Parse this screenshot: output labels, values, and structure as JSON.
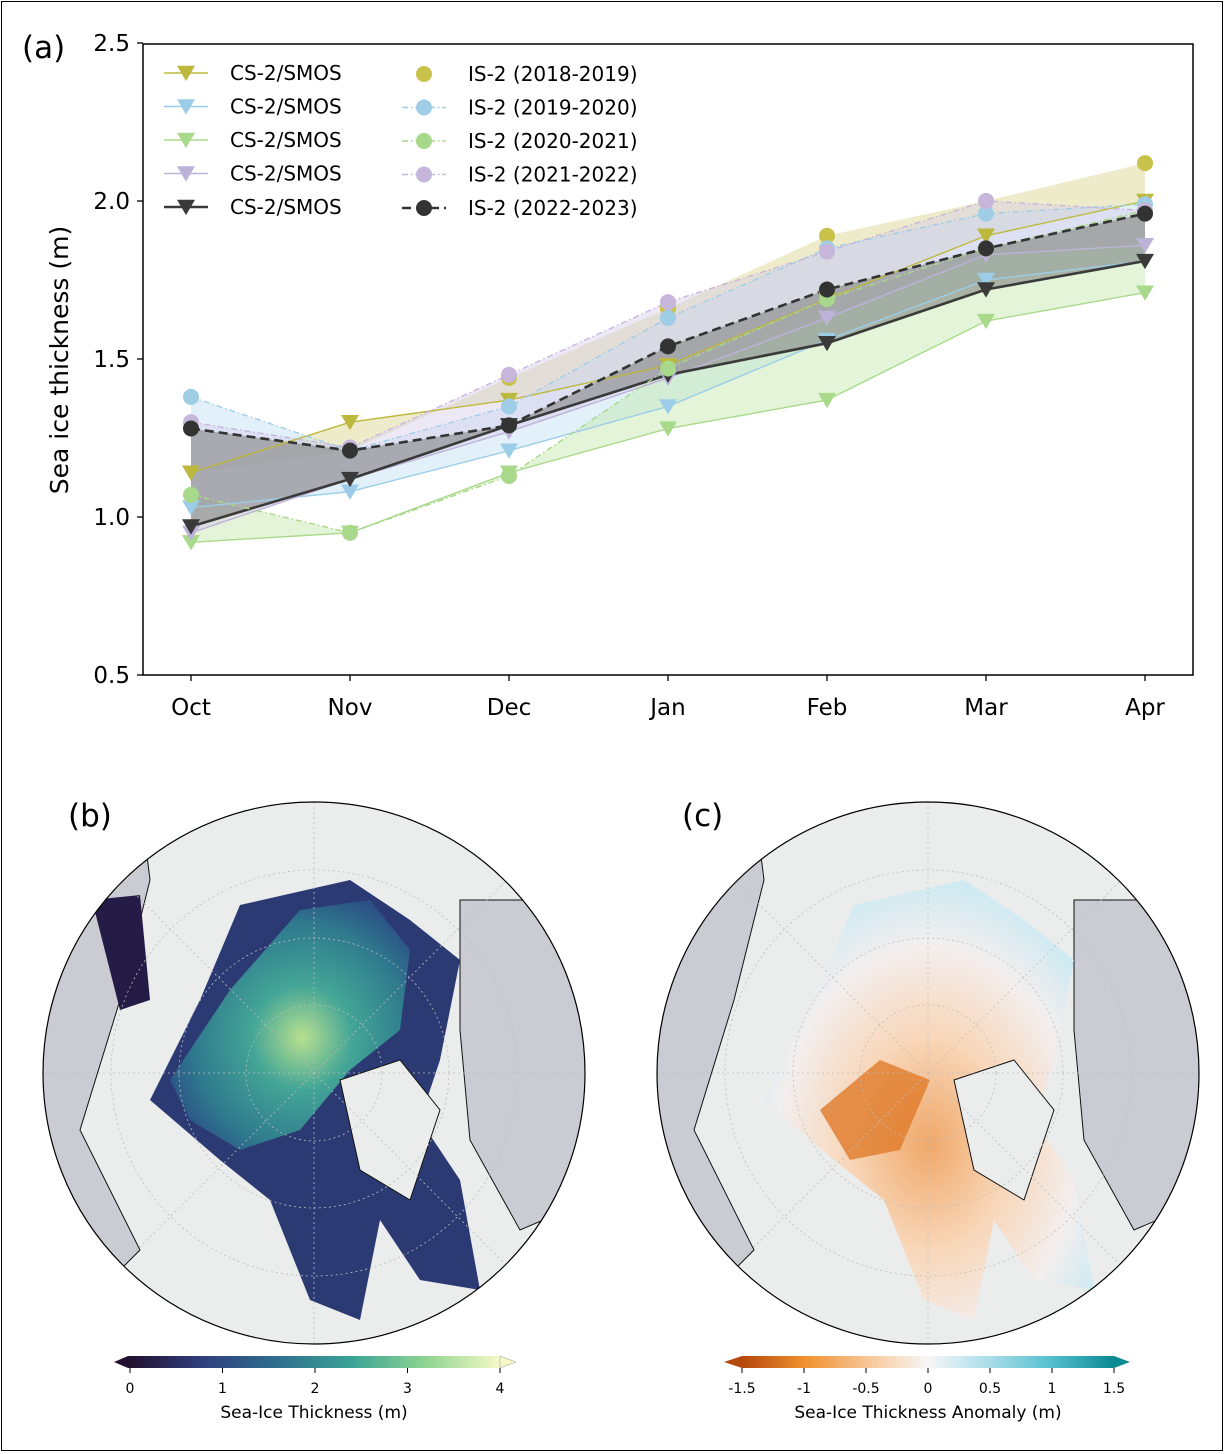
{
  "panel_labels": {
    "a": "(a)",
    "b": "(b)",
    "c": "(c)"
  },
  "chart_data": [
    {
      "type": "line",
      "panel": "(a)",
      "xlabel": "",
      "ylabel": "Sea ice thickness (m)",
      "categories": [
        "Oct",
        "Nov",
        "Dec",
        "Jan",
        "Feb",
        "Mar",
        "Apr"
      ],
      "ylim": [
        0.5,
        2.5
      ],
      "yticks": [
        "0.5",
        "1.0",
        "1.5",
        "2.0",
        "2.5"
      ],
      "grid": false,
      "legend_position": "top-left",
      "series": [
        {
          "name": "CS-2/SMOS",
          "group": "cs2",
          "marker": "triangle-down",
          "dash": "solid",
          "color": "#bdb93e",
          "fill": "#d6d38a",
          "values": [
            1.14,
            1.3,
            1.37,
            1.48,
            1.69,
            1.89,
            2.0
          ]
        },
        {
          "name": "CS-2/SMOS",
          "group": "cs2",
          "marker": "triangle-down",
          "dash": "solid",
          "color": "#9ccde8",
          "fill": "#bfdff2",
          "values": [
            1.03,
            1.08,
            1.21,
            1.35,
            1.56,
            1.75,
            1.81
          ]
        },
        {
          "name": "CS-2/SMOS",
          "group": "cs2",
          "marker": "triangle-down",
          "dash": "solid",
          "color": "#a9d98a",
          "fill": "#c2e6a8",
          "values": [
            0.92,
            0.95,
            1.14,
            1.28,
            1.37,
            1.62,
            1.71
          ]
        },
        {
          "name": "CS-2/SMOS",
          "group": "cs2",
          "marker": "triangle-down",
          "dash": "solid",
          "color": "#bdb2d8",
          "fill": "#d6cce9",
          "values": [
            0.95,
            1.12,
            1.27,
            1.44,
            1.63,
            1.83,
            1.86
          ]
        },
        {
          "name": "CS-2/SMOS",
          "group": "cs2",
          "marker": "triangle-down",
          "dash": "solid",
          "color": "#3a3a3a",
          "fill": "#7c7c7c",
          "values": [
            0.97,
            1.12,
            1.29,
            1.45,
            1.55,
            1.72,
            1.81
          ]
        },
        {
          "name": "IS-2 (2018-2019)",
          "group": "is2",
          "marker": "circle",
          "dash": "none",
          "color": "#c9c24a",
          "values": [
            null,
            1.21,
            1.44,
            1.66,
            1.89,
            2.0,
            2.12
          ]
        },
        {
          "name": "IS-2 (2019-2020)",
          "group": "is2",
          "marker": "circle",
          "dash": "dashdot",
          "color": "#9fcde6",
          "values": [
            1.38,
            1.21,
            1.35,
            1.63,
            1.85,
            1.96,
            1.99
          ]
        },
        {
          "name": "IS-2 (2020-2021)",
          "group": "is2",
          "marker": "circle",
          "dash": "dashdot",
          "color": "#a8d889",
          "values": [
            1.07,
            0.95,
            1.13,
            1.47,
            1.69,
            1.85,
            1.97
          ]
        },
        {
          "name": "IS-2 (2021-2022)",
          "group": "is2",
          "marker": "circle",
          "dash": "dashdot",
          "color": "#c7b6dc",
          "values": [
            1.3,
            1.22,
            1.45,
            1.68,
            1.84,
            2.0,
            1.97
          ]
        },
        {
          "name": "IS-2 (2022-2023)",
          "group": "is2",
          "marker": "circle",
          "dash": "dashed",
          "color": "#333333",
          "values": [
            1.28,
            1.21,
            1.29,
            1.54,
            1.72,
            1.85,
            1.96
          ]
        }
      ]
    },
    {
      "type": "heatmap",
      "panel": "(b)",
      "label": "Sea-Ice Thickness (m)",
      "colorbar_ticks": [
        "0",
        "1",
        "2",
        "3",
        "4"
      ],
      "colormap": [
        "#22102e",
        "#2f3f7e",
        "#2f6e8e",
        "#3aa396",
        "#8fd492",
        "#f6f9c7"
      ]
    },
    {
      "type": "heatmap",
      "panel": "(c)",
      "label": "Sea-Ice Thickness Anomaly (m)",
      "colorbar_ticks": [
        "-1.5",
        "-1",
        "-0.5",
        "0",
        "0.5",
        "1",
        "1.5"
      ],
      "colormap": [
        "#b4470c",
        "#f09230",
        "#f9d3b0",
        "#f6f6f6",
        "#bfe4ef",
        "#56bfd0",
        "#0a8a93"
      ]
    }
  ],
  "map_colors": {
    "ocean": "#ebecec",
    "land": "#cbcbd3",
    "coast": "#111111"
  }
}
